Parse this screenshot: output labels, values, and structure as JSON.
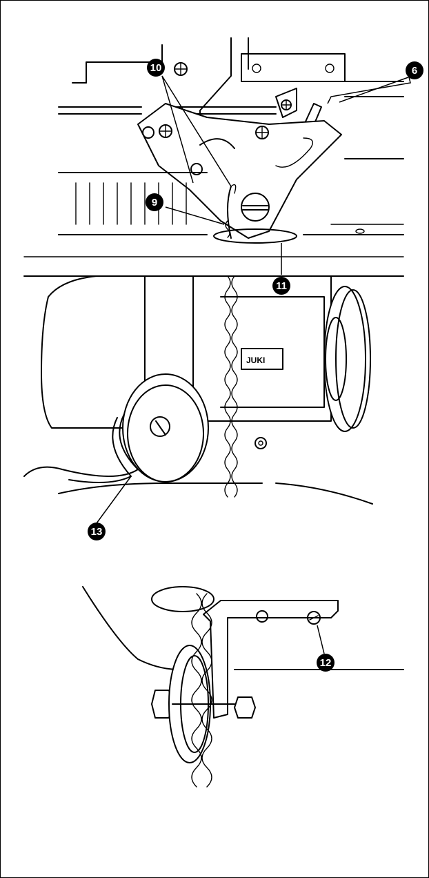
{
  "labels": {
    "n6": "6",
    "n9": "9",
    "n10": "10",
    "n11": "11",
    "n12": "12",
    "n13": "13"
  },
  "brand": "JUKI",
  "colors": {
    "line": "#000000",
    "background": "#ffffff",
    "badge_text": "#ffffff"
  }
}
